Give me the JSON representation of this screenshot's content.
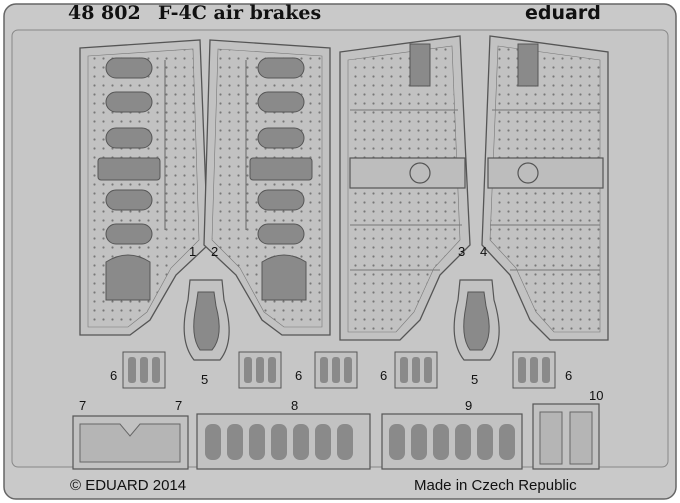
{
  "header": {
    "code": "48 802",
    "name": "F-4C air brakes",
    "brand": "eduard"
  },
  "part_labels": {
    "p1": "1",
    "p2": "2",
    "p3": "3",
    "p4": "4",
    "p5a": "5",
    "p5b": "5",
    "p6a": "6",
    "p6b": "6",
    "p6c": "6",
    "p6d": "6",
    "p7a": "7",
    "p7b": "7",
    "p8": "8",
    "p9": "9",
    "p10": "10"
  },
  "footer": {
    "copyright": "© EDUARD 2014",
    "origin": "Made in Czech Republic"
  },
  "colors": {
    "fret": "#c9c9c9",
    "part": "#c4c4c4",
    "edge": "#555555",
    "hole": "#8a8a8a"
  }
}
